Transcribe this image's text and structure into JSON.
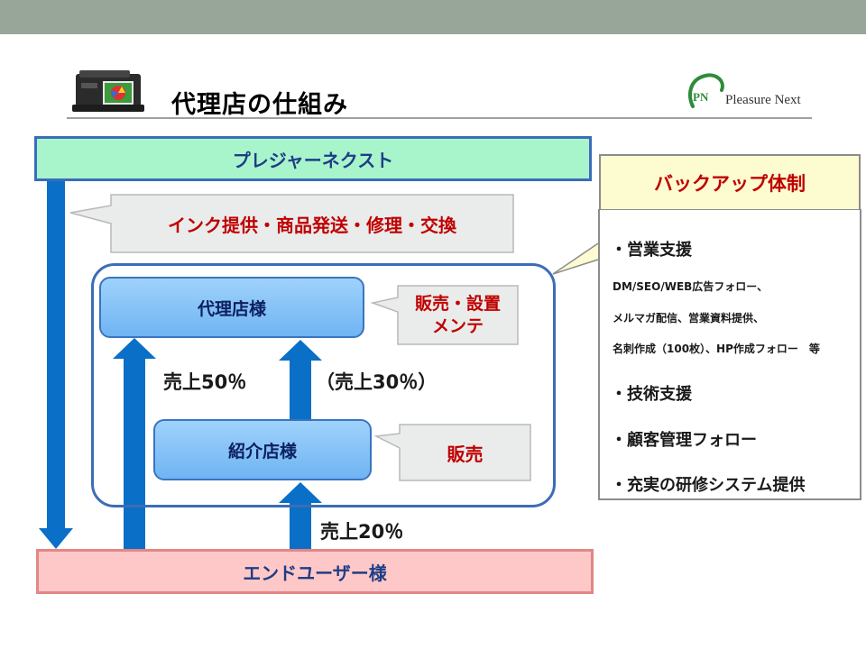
{
  "header": {
    "title": "代理店の仕組み",
    "logo_mark": "PN",
    "logo_text": "Pleasure Next"
  },
  "diagram": {
    "top_box": "プレジャーネクスト",
    "top_callout": "インク提供・商品発送・修理・交換",
    "agency_box": "代理店様",
    "agency_callout": "販売・設置\nメンテ",
    "referral_box": "紹介店様",
    "referral_callout": "販売",
    "bottom_box": "エンドユーザー様",
    "flow_labels": {
      "agency_sales": "売上50％",
      "referral_to_agency": "（売上30％）",
      "enduser_to_referral": "売上20％"
    }
  },
  "backup": {
    "heading": "バックアップ体制",
    "items": [
      "・営業支援",
      "DM/SEO/WEB広告フォロー、",
      "メルマガ配信、営業資料提供、",
      "名刺作成（100枚）、HP作成フォロー　等",
      "・技術支援",
      "・顧客管理フォロー",
      "・充実の研修システム提供"
    ]
  },
  "colors": {
    "top_bar": "#98a69a",
    "arrow_blue": "#0a6fc6",
    "frame_blue": "#3b6db8",
    "callout_red": "#c00000"
  }
}
